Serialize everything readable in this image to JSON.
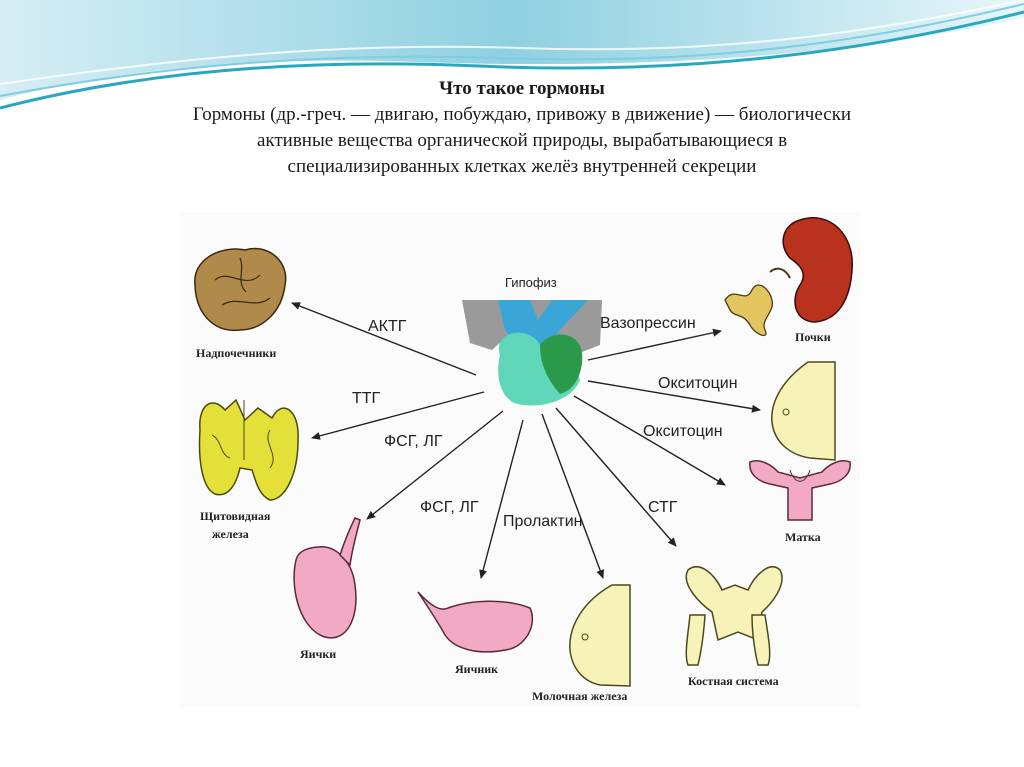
{
  "title": {
    "heading": "Что такое гормоны",
    "line1": "Гормоны (др.-греч. — двигаю, побуждаю, привожу в движение) — биологически",
    "line2": "активные вещества органической природы, вырабатывающиеся в",
    "line3": "специализированных клетках желёз внутренней секреции"
  },
  "diagram": {
    "center_label": "Гипофиз",
    "hormones": {
      "actg": "АКТГ",
      "ttg": "ТТГ",
      "fsg_lg_1": "ФСГ, ЛГ",
      "fsg_lg_2": "ФСГ, ЛГ",
      "prolactin": "Пролактин",
      "stg": "СТГ",
      "vasopressin": "Вазопрессин",
      "oxytocin_1": "Окситоцин",
      "oxytocin_2": "Окситоцин"
    },
    "organs": {
      "adrenals": "Надпочечники",
      "thyroid_1": "Щитовидная",
      "thyroid_2": "железа",
      "testes": "Яички",
      "ovary": "Яичник",
      "mammary": "Молочная железа",
      "bones": "Костная система",
      "uterus": "Матка",
      "kidneys": "Почки"
    }
  },
  "colors": {
    "wave_dark": "#2aa7c0",
    "wave_light": "#bfe6ef",
    "adrenal": "#b08a4a",
    "thyroid": "#e3e03a",
    "pink": "#f2a9c4",
    "cream": "#f7f2b8",
    "kidney": "#b8321e",
    "pituitary_teal": "#5fd6b8",
    "pituitary_green": "#2a9a4a"
  }
}
